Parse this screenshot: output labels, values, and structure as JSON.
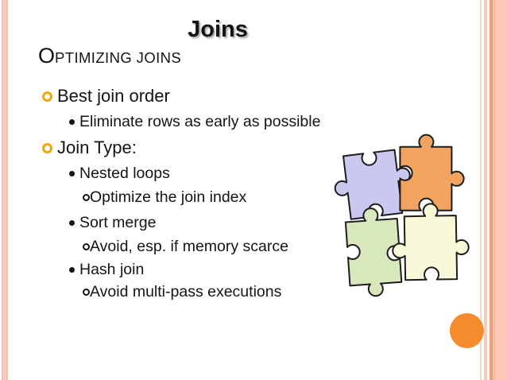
{
  "slide": {
    "title": "Joins",
    "subtitle_initial": "O",
    "subtitle_rest": "PTIMIZING JOINS",
    "bullets": [
      {
        "level": 1,
        "text": "Best join order"
      },
      {
        "level": 2,
        "text": "Eliminate rows as early as possible"
      },
      {
        "level": 1,
        "text": "Join Type:"
      },
      {
        "level": 2,
        "text": "Nested loops"
      },
      {
        "level": 3,
        "text": "Optimize the join index"
      },
      {
        "level": 2,
        "text": "Sort merge"
      },
      {
        "level": 3,
        "text": "Avoid, esp. if memory scarce"
      },
      {
        "level": 2,
        "text": "Hash join"
      },
      {
        "level": 3,
        "text": "Avoid multi-pass executions"
      }
    ]
  },
  "graphics": {
    "puzzle_pieces": [
      {
        "name": "top-left",
        "color": "#c9c8ef"
      },
      {
        "name": "top-right",
        "color": "#f2a360"
      },
      {
        "name": "bottom-left",
        "color": "#d9e7bd"
      },
      {
        "name": "bottom-right",
        "color": "#f9f8d8"
      }
    ],
    "accent_circle_color": "#f68b2e",
    "bullet_l1_color": "#f2a800",
    "border_stripe_band": "#fbc9b5",
    "border_stripe_mid": "#eca27f",
    "border_stripe_light": "#f6ccbc",
    "border_stripe_edge": "#efc5b3"
  }
}
